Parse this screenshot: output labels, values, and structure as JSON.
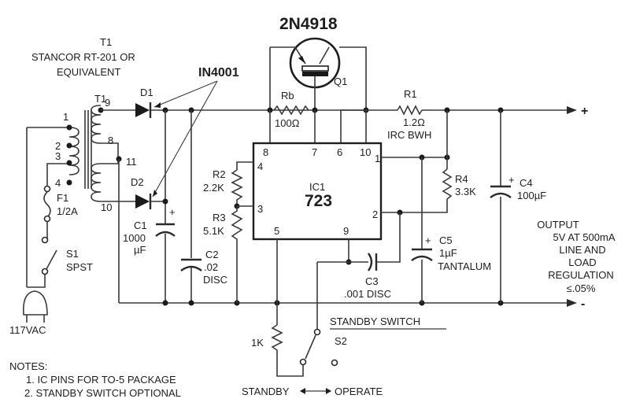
{
  "title": {
    "transformer_ref": "T1",
    "transformer_part_line1": "STANCOR RT-201 OR",
    "transformer_part_line2": "EQUIVALENT"
  },
  "diode_part": "IN4001",
  "transistor": {
    "part": "2N4918",
    "ref": "Q1"
  },
  "transformer": {
    "ref": "T1",
    "pins": [
      "1",
      "2",
      "3",
      "4",
      "9",
      "8",
      "11",
      "10"
    ]
  },
  "diodes": [
    {
      "ref": "D1"
    },
    {
      "ref": "D2"
    }
  ],
  "fuse": {
    "ref": "F1",
    "value": "1/2A"
  },
  "switch_s1": {
    "ref": "S1",
    "type": "SPST"
  },
  "mains": "117VAC",
  "resistors": {
    "rb": {
      "ref": "Rb",
      "value": "100Ω"
    },
    "r1": {
      "ref": "R1",
      "value": "1.2Ω",
      "note": "IRC BWH"
    },
    "r2": {
      "ref": "R2",
      "value": "2.2K"
    },
    "r3": {
      "ref": "R3",
      "value": "5.1K"
    },
    "r4": {
      "ref": "R4",
      "value": "3.3K"
    },
    "rs": {
      "value": "1K"
    }
  },
  "capacitors": {
    "c1": {
      "ref": "C1",
      "value_line1": "1000",
      "value_line2": "µF",
      "polarity": "+"
    },
    "c2": {
      "ref": "C2",
      "value": ".02",
      "type": "DISC"
    },
    "c3": {
      "ref": "C3",
      "value": ".001 DISC"
    },
    "c4": {
      "ref": "C4",
      "value": "100µF",
      "polarity": "+"
    },
    "c5": {
      "ref": "C5",
      "value": "1µF",
      "type": "TANTALUM",
      "polarity": "+"
    }
  },
  "ic": {
    "ref": "IC1",
    "part": "723",
    "pins": {
      "p8": "8",
      "p7": "7",
      "p6": "6",
      "p10": "10",
      "p1": "1",
      "p4": "4",
      "p3": "3",
      "p2": "2",
      "p5": "5",
      "p9": "9"
    }
  },
  "output": {
    "plus": "+",
    "minus": "-",
    "lines": [
      "OUTPUT",
      "5V AT 500mA",
      "LINE AND",
      "LOAD",
      "REGULATION",
      "≤.05%"
    ]
  },
  "standby": {
    "title": "STANDBY SWITCH",
    "ref": "S2",
    "left": "STANDBY",
    "right": "OPERATE"
  },
  "notes": {
    "heading": "NOTES:",
    "items": [
      "1. IC PINS FOR TO-5 PACKAGE",
      "2. STANDBY SWITCH OPTIONAL"
    ]
  }
}
